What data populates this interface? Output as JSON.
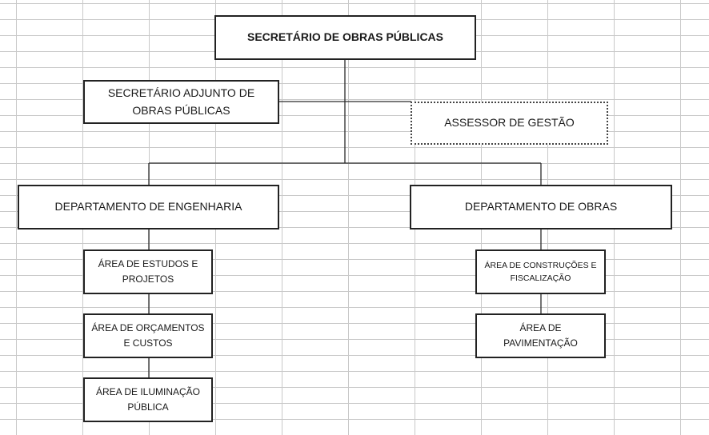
{
  "org_chart": {
    "secretary": "SECRETÁRIO DE OBRAS PÚBLICAS",
    "deputy": "SECRETÁRIO ADJUNTO DE OBRAS PÚBLICAS",
    "advisor": "ASSESSOR DE GESTÃO",
    "dept_engineering": "DEPARTAMENTO DE ENGENHARIA",
    "dept_works": "DEPARTAMENTO DE OBRAS",
    "area_studies": "ÁREA DE ESTUDOS E PROJETOS",
    "area_budgets": "ÁREA DE ORÇAMENTOS E CUSTOS",
    "area_lighting": "ÁREA DE ILUMINAÇÃO PÚBLICA",
    "area_construction": "ÁREA DE CONSTRUÇÕES E FISCALIZAÇÃO",
    "area_paving": "ÁREA DE PAVIMENTAÇÃO"
  },
  "colors": {
    "line": "#2b2b2b",
    "grid": "#c9c9c9"
  }
}
